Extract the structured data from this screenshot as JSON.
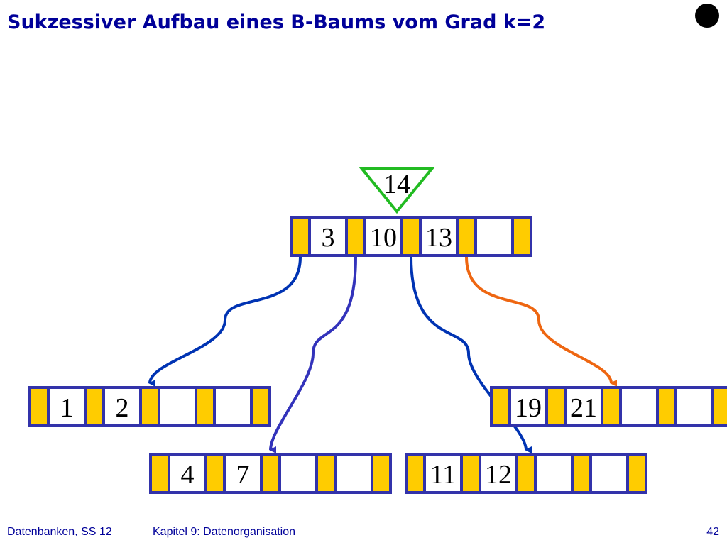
{
  "slide": {
    "title": "Sukzessiver Aufbau eines B-Baums vom Grad k=2",
    "bullet_icon": "filled-circle"
  },
  "tree": {
    "degree_k": 2,
    "inserted_key": "14",
    "root": {
      "keys": [
        "3",
        "10",
        "13",
        ""
      ]
    },
    "leaves": [
      {
        "keys": [
          "1",
          "2",
          "",
          ""
        ]
      },
      {
        "keys": [
          "4",
          "7",
          "",
          ""
        ]
      },
      {
        "keys": [
          "11",
          "12",
          "",
          ""
        ]
      },
      {
        "keys": [
          "19",
          "21",
          "",
          ""
        ]
      }
    ],
    "links": [
      {
        "from_pointer": 0,
        "to_leaf": 0,
        "color": "#0033b3"
      },
      {
        "from_pointer": 1,
        "to_leaf": 1,
        "color": "#3333bb"
      },
      {
        "from_pointer": 2,
        "to_leaf": 2,
        "color": "#0033b3"
      },
      {
        "from_pointer": 3,
        "to_leaf": 3,
        "color": "#ee6611"
      }
    ],
    "colors": {
      "pointer_fill": "#ffcc00",
      "node_border": "#3333aa",
      "insert_marker": "#22bb22"
    }
  },
  "footer": {
    "course": "Datenbanken, SS 12",
    "chapter": "Kapitel 9: Datenorganisation",
    "page": "42"
  }
}
